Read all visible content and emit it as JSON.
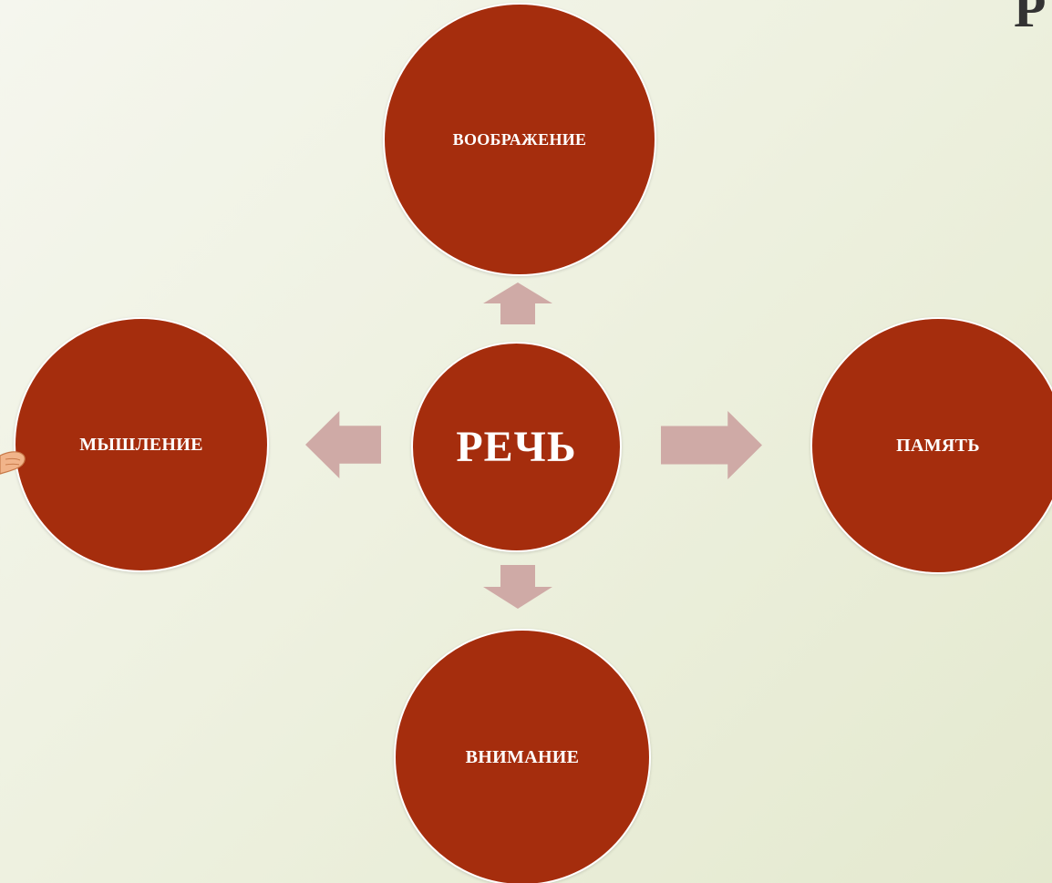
{
  "diagram": {
    "center": {
      "label": "РЕЧЬ"
    },
    "nodes": {
      "top": {
        "label": "ВООБРАЖЕНИЕ"
      },
      "left": {
        "label": "МЫШЛЕНИЕ"
      },
      "right": {
        "label": "ПАМЯТЬ"
      },
      "bottom": {
        "label": "ВНИМАНИЕ"
      }
    },
    "edges": [
      {
        "from": "РЕЧЬ",
        "to": "ВООБРАЖЕНИЕ",
        "direction": "up"
      },
      {
        "from": "РЕЧЬ",
        "to": "ВНИМАНИЕ",
        "direction": "down"
      },
      {
        "from": "РЕЧЬ",
        "to": "МЫШЛЕНИЕ",
        "direction": "left"
      },
      {
        "from": "РЕЧЬ",
        "to": "ПАМЯТЬ",
        "direction": "right"
      }
    ]
  },
  "decor": {
    "corner_glyph": "Р"
  },
  "colors": {
    "node_fill": "#a52d0d",
    "arrow_fill": "#cfaaa6",
    "text": "#ffffff",
    "background": "#eef1e0"
  }
}
